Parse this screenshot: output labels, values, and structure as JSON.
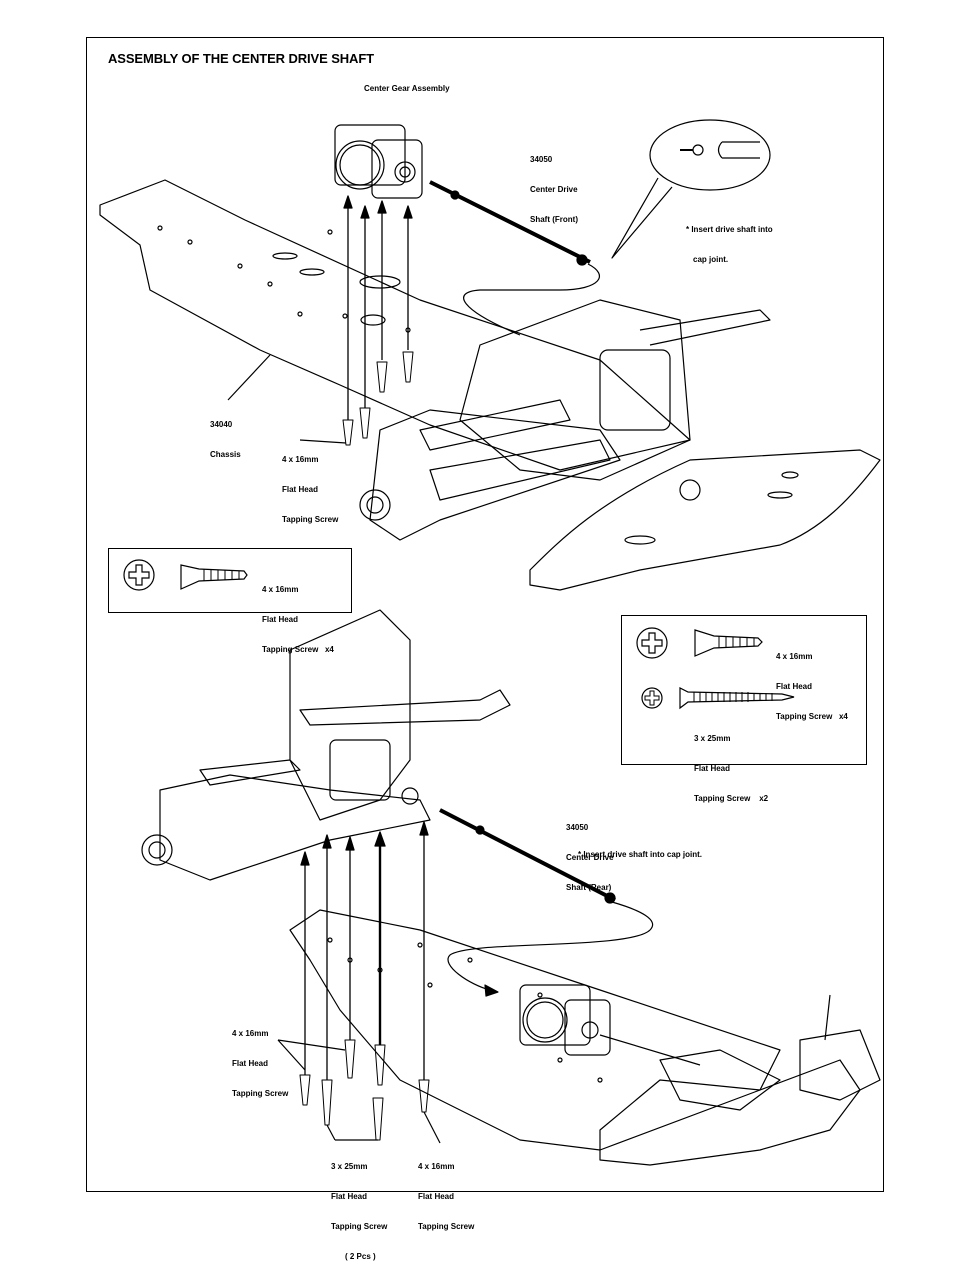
{
  "title": "ASSEMBLY OF THE CENTER DRIVE SHAFT",
  "labels": {
    "center_gear": "Center Gear Assembly",
    "front_shaft": [
      "34050",
      "Center Drive",
      "Shaft (Front)"
    ],
    "front_note": [
      "* Insert drive shaft into",
      "cap joint."
    ],
    "chassis": [
      "34040",
      "Chassis"
    ],
    "screw_top": [
      "4 x 16mm",
      "Flat Head",
      "Tapping Screw"
    ],
    "rear_shaft": [
      "34050",
      "Center Drive",
      "Shaft (Rear)"
    ],
    "rear_note": "* Insert drive shaft into cap joint.",
    "screw_bottom_left": [
      "4 x 16mm",
      "Flat Head",
      "Tapping Screw"
    ],
    "screw_bottom_mid": [
      "3 x 25mm",
      "Flat Head",
      "Tapping Screw",
      "( 2 Pcs )"
    ],
    "screw_bottom_right": [
      "4 x 16mm",
      "Flat Head",
      "Tapping Screw"
    ]
  },
  "parts_box_top": {
    "item": [
      "4 x 16mm",
      "Flat Head",
      "Tapping Screw   x4"
    ]
  },
  "parts_box_right": {
    "item1": [
      "4 x 16mm",
      "Flat Head",
      "Tapping Screw   x4"
    ],
    "item2": [
      "3 x 25mm",
      "Flat Head",
      "Tapping Screw    x2"
    ]
  }
}
